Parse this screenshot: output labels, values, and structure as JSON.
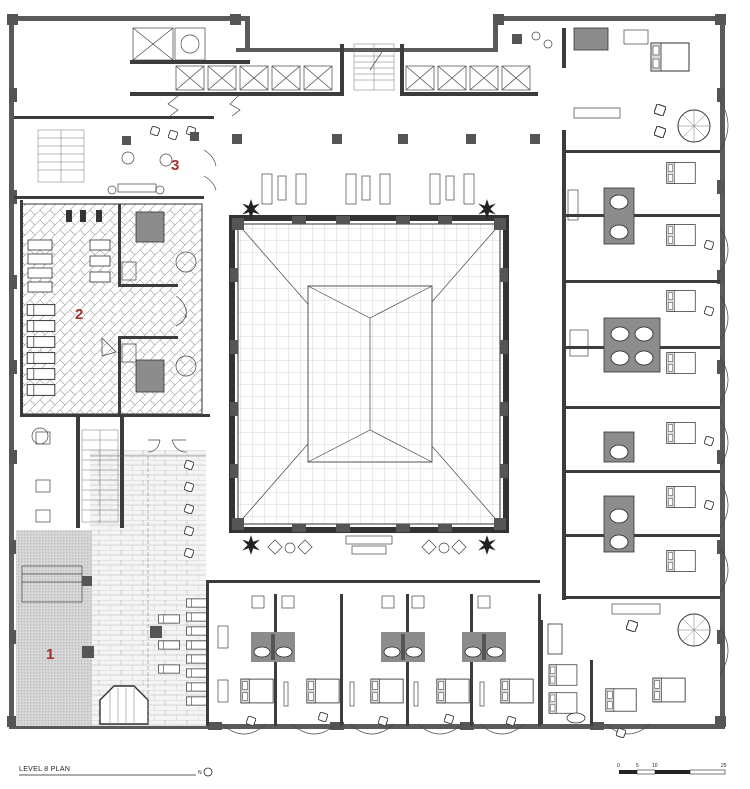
{
  "drawing": {
    "title": "LEVEL 8 PLAN",
    "north_symbol": "N",
    "scale_ticks": [
      "0",
      "5",
      "10",
      "25"
    ]
  },
  "rooms": [
    {
      "number": "1"
    },
    {
      "number": "2"
    },
    {
      "number": "3"
    }
  ],
  "colors": {
    "walls": "#5a5a5a",
    "room_numbers": "#a3302b",
    "hatch": "#9a9a9a",
    "fixtures": "#8c8c8c"
  }
}
